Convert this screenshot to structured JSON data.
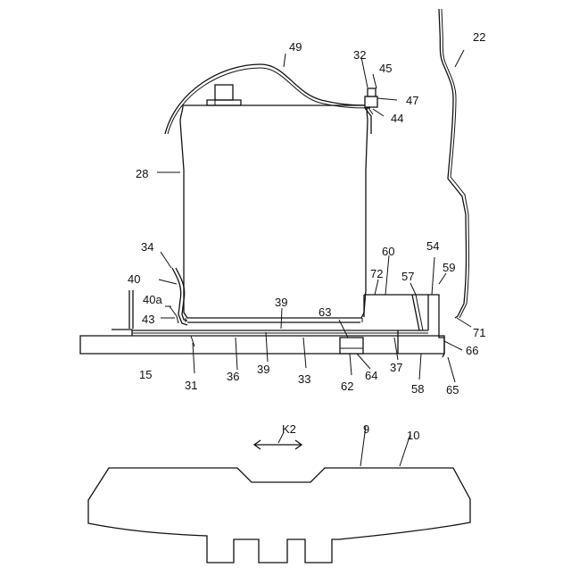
{
  "figure": {
    "labels": {
      "l49": "49",
      "l32": "32",
      "l45": "45",
      "l47": "47",
      "l44": "44",
      "l22": "22",
      "l28": "28",
      "l34": "34",
      "l40": "40",
      "l40a": "40a",
      "l43": "43",
      "l39a": "39",
      "l39b": "39",
      "l63": "63",
      "l60": "60",
      "l72": "72",
      "l57": "57",
      "l54": "54",
      "l59": "59",
      "l71": "71",
      "l66": "66",
      "l15": "15",
      "l31": "31",
      "l36": "36",
      "l33": "33",
      "l62": "62",
      "l64": "64",
      "l37": "37",
      "l58": "58",
      "l65": "65",
      "lK2": "K2",
      "l9": "9",
      "l10": "10"
    }
  }
}
